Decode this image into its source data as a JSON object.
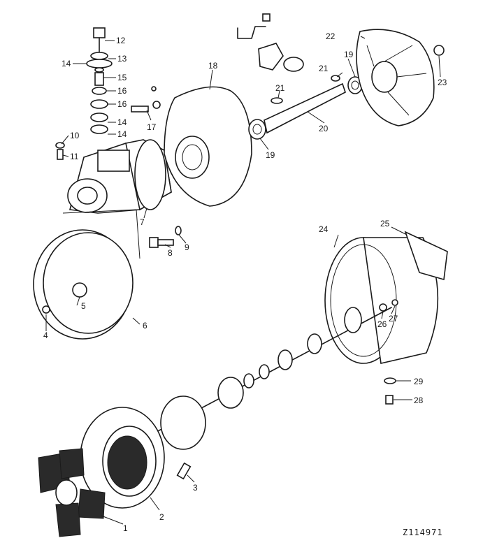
{
  "callouts": {
    "c1": "1",
    "c2": "2",
    "c3": "3",
    "c4": "4",
    "c5": "5",
    "c6": "6",
    "c7": "7",
    "c8": "8",
    "c9": "9",
    "c10": "10",
    "c11": "11",
    "c12": "12",
    "c13": "13",
    "c14a": "14",
    "c14b": "14",
    "c14c": "14",
    "c15": "15",
    "c16a": "16",
    "c16b": "16",
    "c17": "17",
    "c18": "18",
    "c19a": "19",
    "c19b": "19",
    "c20": "20",
    "c21a": "21",
    "c21b": "21",
    "c22": "22",
    "c23": "23",
    "c24": "24",
    "c25": "25",
    "c26": "26",
    "c27": "27",
    "c28": "28",
    "c29": "29"
  },
  "drawing_code": "Z114971"
}
